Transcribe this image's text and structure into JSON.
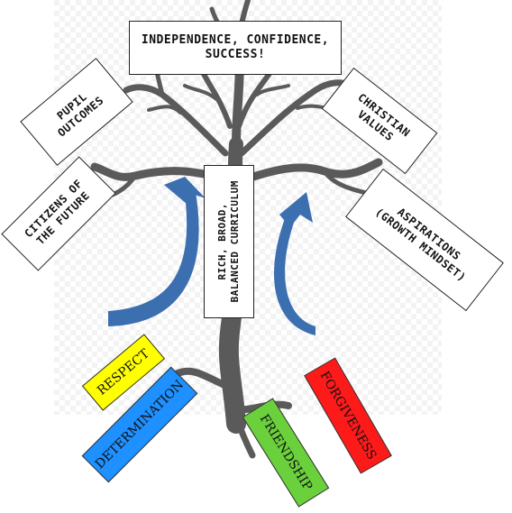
{
  "title_box": {
    "text": "INDEPENDENCE, CONFIDENCE,\nSUCCESS!"
  },
  "outcome_boxes": [
    {
      "id": "pupil-outcomes",
      "text": "PUPIL\nOUTCOMES"
    },
    {
      "id": "christian-values",
      "text": "CHRISTIAN\nVALUES"
    },
    {
      "id": "citizens-future",
      "text": "CITIZENS OF\nTHE FUTURE"
    },
    {
      "id": "aspirations",
      "text": "ASPIRATIONS\n(GROWTH MINDSET)"
    }
  ],
  "trunk_box": {
    "text": "RICH, BROAD,\nBALANCED CURRICULUM"
  },
  "value_tags": [
    {
      "id": "respect",
      "text": "RESPECT",
      "color": "#ffff00"
    },
    {
      "id": "determination",
      "text": "DETERMINATION",
      "color": "#1e90ff"
    },
    {
      "id": "friendship",
      "text": "FRIENDSHIP",
      "color": "#6ad03c"
    },
    {
      "id": "forgiveness",
      "text": "FORGIVENESS",
      "color": "#ff1a1a"
    }
  ],
  "colors": {
    "tree": "#5a5a5a",
    "arrow": "#3b6fb0",
    "grid": "#eaeaea"
  }
}
